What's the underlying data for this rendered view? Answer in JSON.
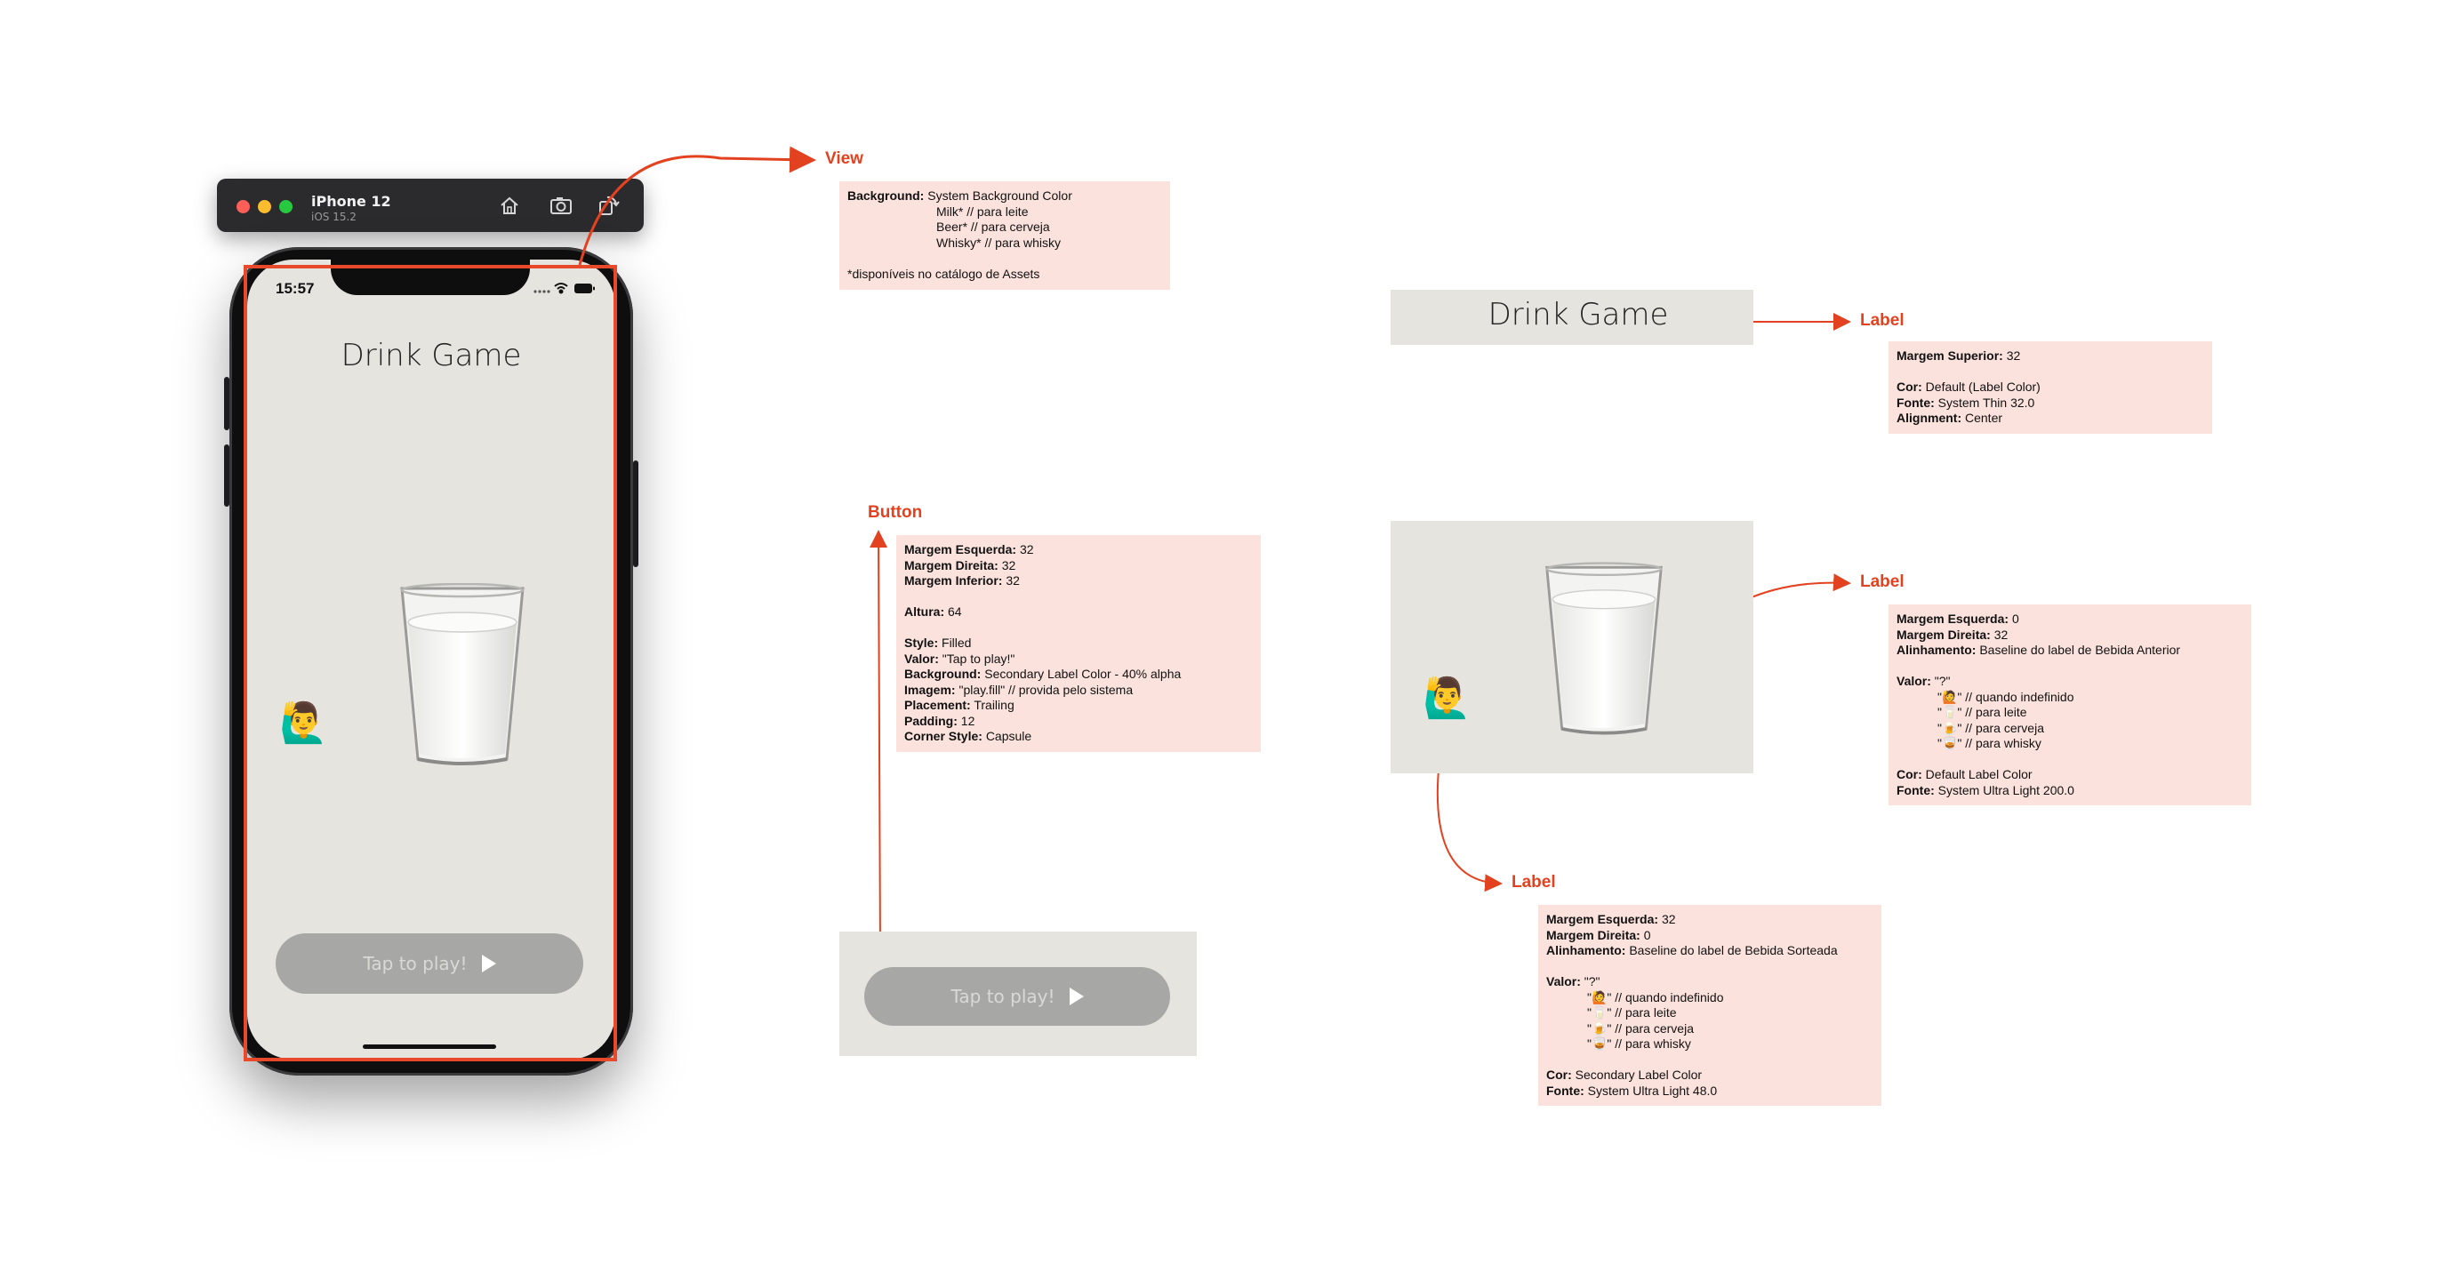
{
  "simulator": {
    "device_name": "iPhone 12",
    "os_version": "iOS 15.2",
    "toolbar_icons": [
      "home-icon",
      "screenshot-icon",
      "rotate-icon"
    ]
  },
  "phone": {
    "status_time": "15:57",
    "status_icons": [
      "signal-dots-icon",
      "wifi-icon",
      "battery-icon"
    ],
    "app_title": "Drink Game",
    "drink_emoji": "🥛",
    "person_emoji": "🙋‍♂️",
    "play_button_label": "Tap to play!",
    "play_button_icon": "play-fill-icon"
  },
  "annotations": {
    "view": {
      "title": "View",
      "k_background": "Background:",
      "v_background": "System Background Color",
      "l_milk": "Milk* // para leite",
      "l_beer": "Beer* // para cerveja",
      "l_whisky": "Whisky* // para whisky",
      "footnote": "*disponíveis no catálogo de Assets"
    },
    "title_label": {
      "title": "Label",
      "preview_text": "Drink Game",
      "k_margin_top": "Margem Superior:",
      "v_margin_top": "32",
      "k_color": "Cor:",
      "v_color": "Default (Label Color)",
      "k_font": "Fonte:",
      "v_font": "System Thin 32.0",
      "k_alignment": "Alignment:",
      "v_alignment": "Center"
    },
    "button": {
      "title": "Button",
      "k_margin_left": "Margem Esquerda:",
      "v_margin_left": "32",
      "k_margin_right": "Margem Direita:",
      "v_margin_right": "32",
      "k_margin_bottom": "Margem Inferior:",
      "v_margin_bottom": "32",
      "k_height": "Altura:",
      "v_height": "64",
      "k_style": "Style:",
      "v_style": "Filled",
      "k_value": "Valor:",
      "v_value": "\"Tap to play!\"",
      "k_background": "Background:",
      "v_background": "Secondary Label Color - 40% alpha",
      "k_image": "Imagem:",
      "v_image": "\"play.fill\" // provida pelo sistema",
      "k_placement": "Placement:",
      "v_placement": "Trailing",
      "k_padding": "Padding:",
      "v_padding": "12",
      "k_corner": "Corner Style:",
      "v_corner": "Capsule",
      "preview_label": "Tap to play!"
    },
    "drink_label": {
      "title": "Label",
      "k_margin_left": "Margem Esquerda:",
      "v_margin_left": "0",
      "k_margin_right": "Margem Direita:",
      "v_margin_right": "32",
      "k_alignment": "Alinhamento:",
      "v_alignment": "Baseline do label de Bebida Anterior",
      "k_value": "Valor:",
      "v_value": "\"?\"",
      "options": [
        {
          "emoji": "🙋",
          "text": "\" // quando indefinido"
        },
        {
          "emoji": "🥛",
          "text": "\" // para leite"
        },
        {
          "emoji": "🍺",
          "text": "\" // para cerveja"
        },
        {
          "emoji": "🥃",
          "text": "\" // para whisky"
        }
      ],
      "k_color": "Cor:",
      "v_color": "Default Label Color",
      "k_font": "Fonte:",
      "v_font": "System Ultra Light 200.0"
    },
    "person_label": {
      "title": "Label",
      "k_margin_left": "Margem Esquerda:",
      "v_margin_left": "32",
      "k_margin_right": "Margem Direita:",
      "v_margin_right": "0",
      "k_alignment": "Alinhamento:",
      "v_alignment": "Baseline do label de Bebida Sorteada",
      "k_value": "Valor:",
      "v_value": "\"?\"",
      "options": [
        {
          "emoji": "🙋",
          "text": "\" // quando indefinido"
        },
        {
          "emoji": "🥛",
          "text": "\" // para leite"
        },
        {
          "emoji": "🍺",
          "text": "\" // para cerveja"
        },
        {
          "emoji": "🥃",
          "text": "\" // para whisky"
        }
      ],
      "k_color": "Cor:",
      "v_color": "Secondary Label Color",
      "k_font": "Fonte:",
      "v_font": "System Ultra Light 48.0"
    }
  },
  "colors": {
    "accent": "#e2421f",
    "note_background": "#fbe2dd",
    "screen_background": "#e5e4df",
    "button_background": "#a7a7a6"
  }
}
